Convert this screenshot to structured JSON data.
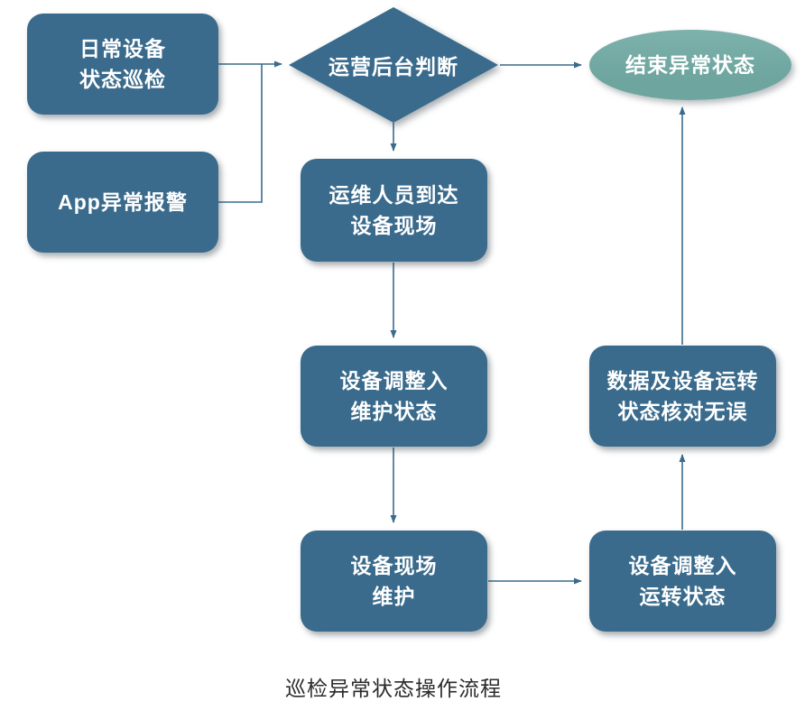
{
  "title": "巡检异常状态操作流程",
  "colors": {
    "box": "#3a6b8c",
    "ellipse": "#6ea59f",
    "arrow": "#3a6b8c",
    "label": "#ffffff"
  },
  "nodes": {
    "daily_inspection": {
      "type": "rect",
      "lines": [
        "日常设备",
        "状态巡检"
      ]
    },
    "app_alarm": {
      "type": "rect",
      "lines": [
        "App异常报警"
      ]
    },
    "backend_judgment": {
      "type": "diamond",
      "lines": [
        "运营后台判断"
      ]
    },
    "end_state": {
      "type": "ellipse",
      "lines": [
        "结束异常状态"
      ]
    },
    "arrive_site": {
      "type": "rect",
      "lines": [
        "运维人员到达",
        "设备现场"
      ]
    },
    "maintenance_state": {
      "type": "rect",
      "lines": [
        "设备调整入",
        "维护状态"
      ]
    },
    "onsite_maintenance": {
      "type": "rect",
      "lines": [
        "设备现场",
        "维护"
      ]
    },
    "operation_state": {
      "type": "rect",
      "lines": [
        "设备调整入",
        "运转状态"
      ]
    },
    "data_verified": {
      "type": "rect",
      "lines": [
        "数据及设备运转",
        "状态核对无误"
      ]
    }
  },
  "edges": [
    {
      "from": "daily_inspection",
      "to": "backend_judgment"
    },
    {
      "from": "app_alarm",
      "to": "backend_judgment"
    },
    {
      "from": "backend_judgment",
      "to": "end_state"
    },
    {
      "from": "backend_judgment",
      "to": "arrive_site"
    },
    {
      "from": "arrive_site",
      "to": "maintenance_state"
    },
    {
      "from": "maintenance_state",
      "to": "onsite_maintenance"
    },
    {
      "from": "onsite_maintenance",
      "to": "operation_state"
    },
    {
      "from": "operation_state",
      "to": "data_verified"
    },
    {
      "from": "data_verified",
      "to": "end_state"
    }
  ]
}
